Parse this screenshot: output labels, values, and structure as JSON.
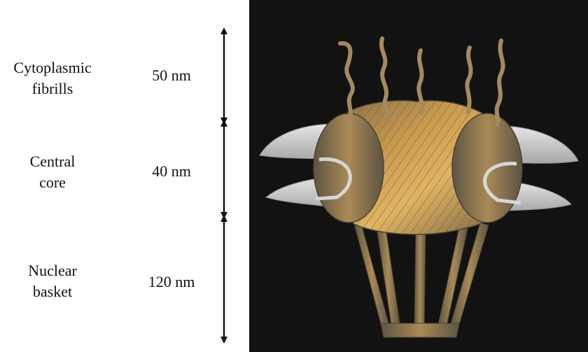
{
  "regions": [
    {
      "name": [
        "Cytoplasmic",
        "fibrills"
      ],
      "size": "50 nm"
    },
    {
      "name": [
        "Central",
        "core"
      ],
      "size": "40 nm"
    },
    {
      "name": [
        "Nuclear",
        "basket"
      ],
      "size": "120 nm"
    }
  ],
  "colors": {
    "figure_background": "#121212",
    "complex_gold": "#c99a4e",
    "membrane_grey": "#cfcfcf"
  }
}
